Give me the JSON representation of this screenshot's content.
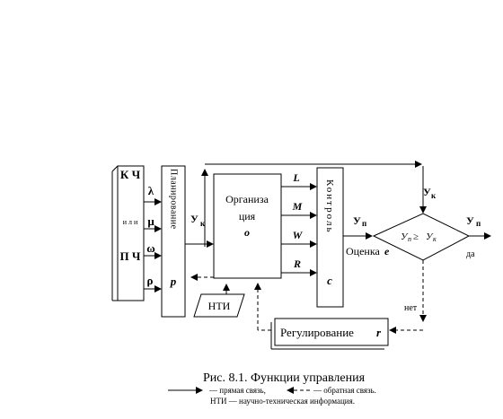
{
  "diagram": {
    "kch_block": {
      "top": "К Ч",
      "middle": "и л и",
      "bottom": "П Ч"
    },
    "inputs": [
      "λ",
      "μ",
      "ω",
      "ρ"
    ],
    "planning_block": {
      "label": "Планирование",
      "letter": "p"
    },
    "org_block": {
      "line1": "Организа",
      "line2": "ция",
      "letter": "o"
    },
    "org_outputs": [
      "L",
      "M",
      "W",
      "R"
    ],
    "control_block": {
      "label": "Контроль",
      "letter": "c"
    },
    "uk_label": "У",
    "uk_sub": "к",
    "un_label": "У",
    "un_sub": "п",
    "decision": {
      "left": "У",
      "left_sub": "п",
      "op": "≥",
      "right": "У",
      "right_sub": "к"
    },
    "assessment": {
      "text": "Оценка",
      "letter": "e"
    },
    "yes": "да",
    "no": "нет",
    "nti": "НТИ",
    "regulation": {
      "text": "Регулирование",
      "letter": "r"
    }
  },
  "caption": {
    "title": "Рис. 8.1. Функции управления",
    "direct": "— прямая связь,",
    "feedback": "— обратная связь.",
    "nti_note": "НТИ — научно-техническая информация."
  }
}
